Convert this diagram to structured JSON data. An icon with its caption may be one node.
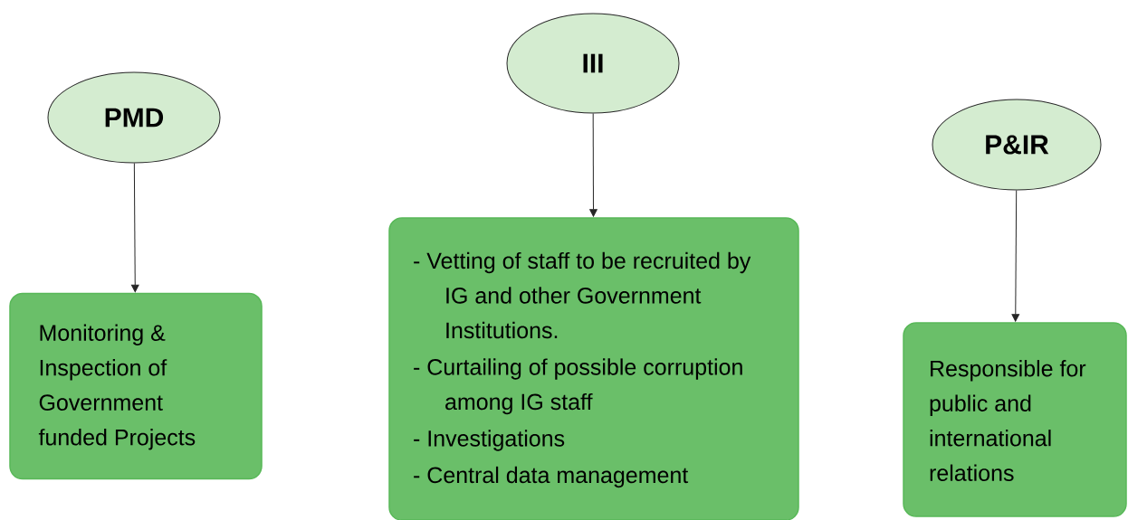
{
  "diagram": {
    "nodes": [
      {
        "text": [
          "PMD"
        ]
      },
      {
        "text": [
          "Monitoring & Inspection of Government funded Projects"
        ]
      },
      {
        "text": [
          "III"
        ]
      },
      {
        "text": [
          "- Vetting of staff to be recruited by IG and other Government Institutions.",
          "- Curtailing of possible corruption among IG staff",
          "- Investigations",
          "- Central data management"
        ]
      },
      {
        "text": [
          "P&IR"
        ]
      },
      {
        "text": [
          "Responsible for public and international relations"
        ]
      }
    ],
    "edges": [
      {
        "from": 0,
        "to": 1,
        "arrow": "to"
      },
      {
        "from": 2,
        "to": 3,
        "arrow": "to"
      },
      {
        "from": 4,
        "to": 5,
        "arrow": "to"
      }
    ]
  }
}
